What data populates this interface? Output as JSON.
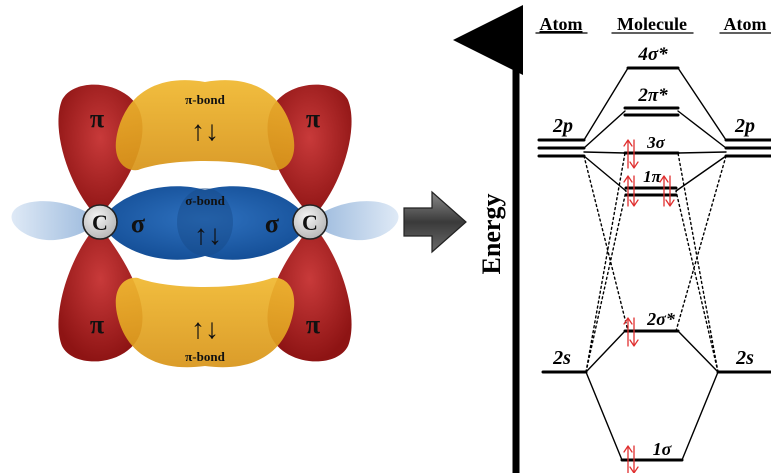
{
  "orbital_figure": {
    "atoms": [
      "C",
      "C"
    ],
    "lobe_labels": {
      "pi": "π",
      "sigma": "σ"
    },
    "bond_labels": {
      "pi_top": "π-bond",
      "sigma": "σ-bond",
      "pi_bottom": "π-bond"
    },
    "spin_pair": "↑↓",
    "colors": {
      "pi_lobe": "#a51c1c",
      "pi_bond": "#e2a620",
      "sigma_bond": "#1f5fae",
      "sp_lobe": "#b4cbe6",
      "atom": "#d4d4d4"
    }
  },
  "arrow": {
    "color": "#444444"
  },
  "mo_diagram": {
    "headers": {
      "left": "Atom",
      "center": "Molecule",
      "right": "Atom"
    },
    "axis_label": "Energy",
    "atomic_levels": {
      "2p_left": "2p",
      "2p_right": "2p",
      "2s_left": "2s",
      "2s_right": "2s"
    },
    "molecular_levels": {
      "sigma4_star": "4σ*",
      "pi2_star": "2π*",
      "sigma3": "3σ",
      "pi1": "1π",
      "sigma2_star": "2σ*",
      "sigma1": "1σ"
    },
    "spin_arrow_color": "#e03030"
  }
}
